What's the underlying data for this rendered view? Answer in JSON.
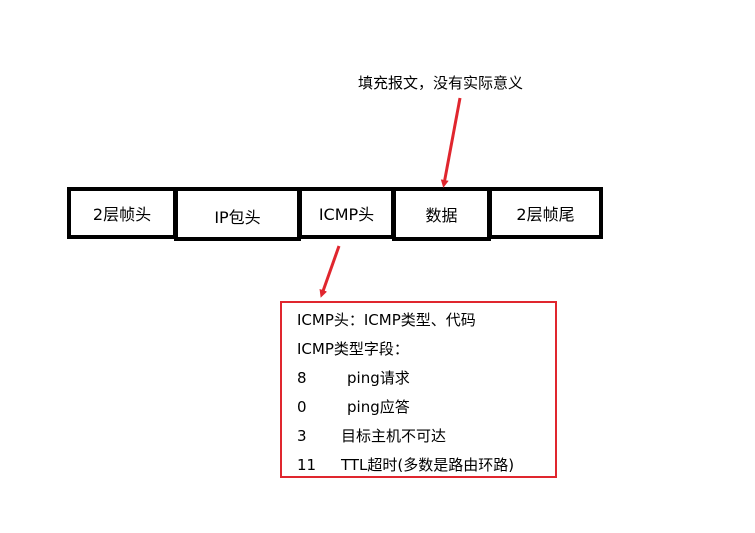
{
  "annotation": "填充报文，没有实际意义",
  "segments": {
    "l2_header": "2层帧头",
    "ip_header": "IP包头",
    "icmp_header": "ICMP头",
    "data": "数据",
    "l2_trailer": "2层帧尾"
  },
  "info": {
    "line1": "ICMP头：ICMP类型、代码",
    "line2": "ICMP类型字段：",
    "types": [
      {
        "code": "8",
        "desc": "ping请求"
      },
      {
        "code": "0",
        "desc": "ping应答"
      },
      {
        "code": "3",
        "desc": "目标主机不可达"
      },
      {
        "code": "11",
        "desc": "TTL超时(多数是路由环路)"
      }
    ]
  },
  "colors": {
    "arrow": "#e0262e",
    "box_border": "#e0262e",
    "segment_border": "#000000"
  }
}
